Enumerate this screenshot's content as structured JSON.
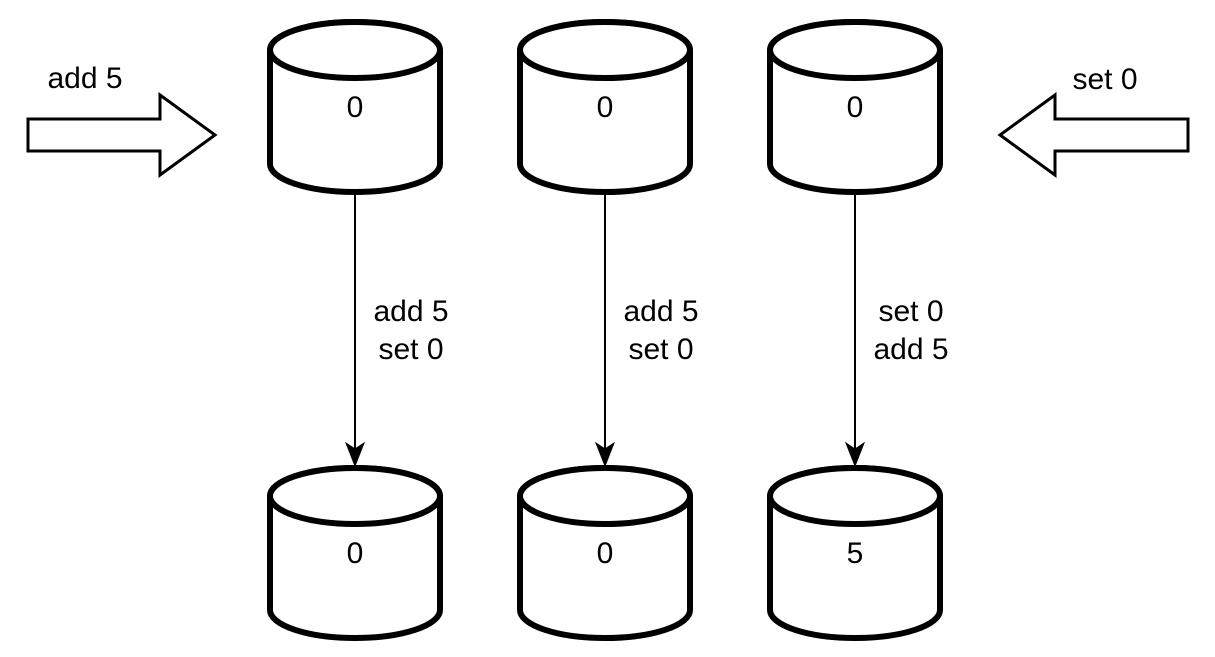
{
  "diagram": {
    "left_write": {
      "label": "add 5"
    },
    "right_write": {
      "label": "set 0"
    },
    "replicas": [
      {
        "initial": "0",
        "op_line1": "add 5",
        "op_line2": "set 0",
        "final": "0"
      },
      {
        "initial": "0",
        "op_line1": "add 5",
        "op_line2": "set 0",
        "final": "0"
      },
      {
        "initial": "0",
        "op_line1": "set 0",
        "op_line2": "add 5",
        "final": "5"
      }
    ]
  }
}
